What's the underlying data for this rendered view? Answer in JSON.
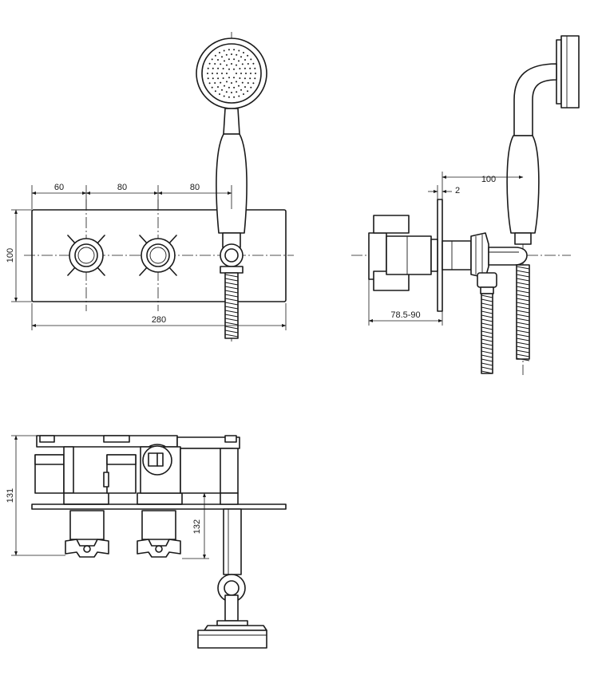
{
  "dimensions": {
    "front_width_60": "60",
    "front_width_80a": "80",
    "front_width_80b": "80",
    "front_height_100": "100",
    "front_total_280": "280",
    "side_offset_100": "100",
    "side_gap_2": "2",
    "side_depth_range": "78.5-90",
    "top_depth_131": "131",
    "top_depth_132": "132"
  },
  "colors": {
    "line": "#1a1a1a",
    "background": "#ffffff"
  }
}
